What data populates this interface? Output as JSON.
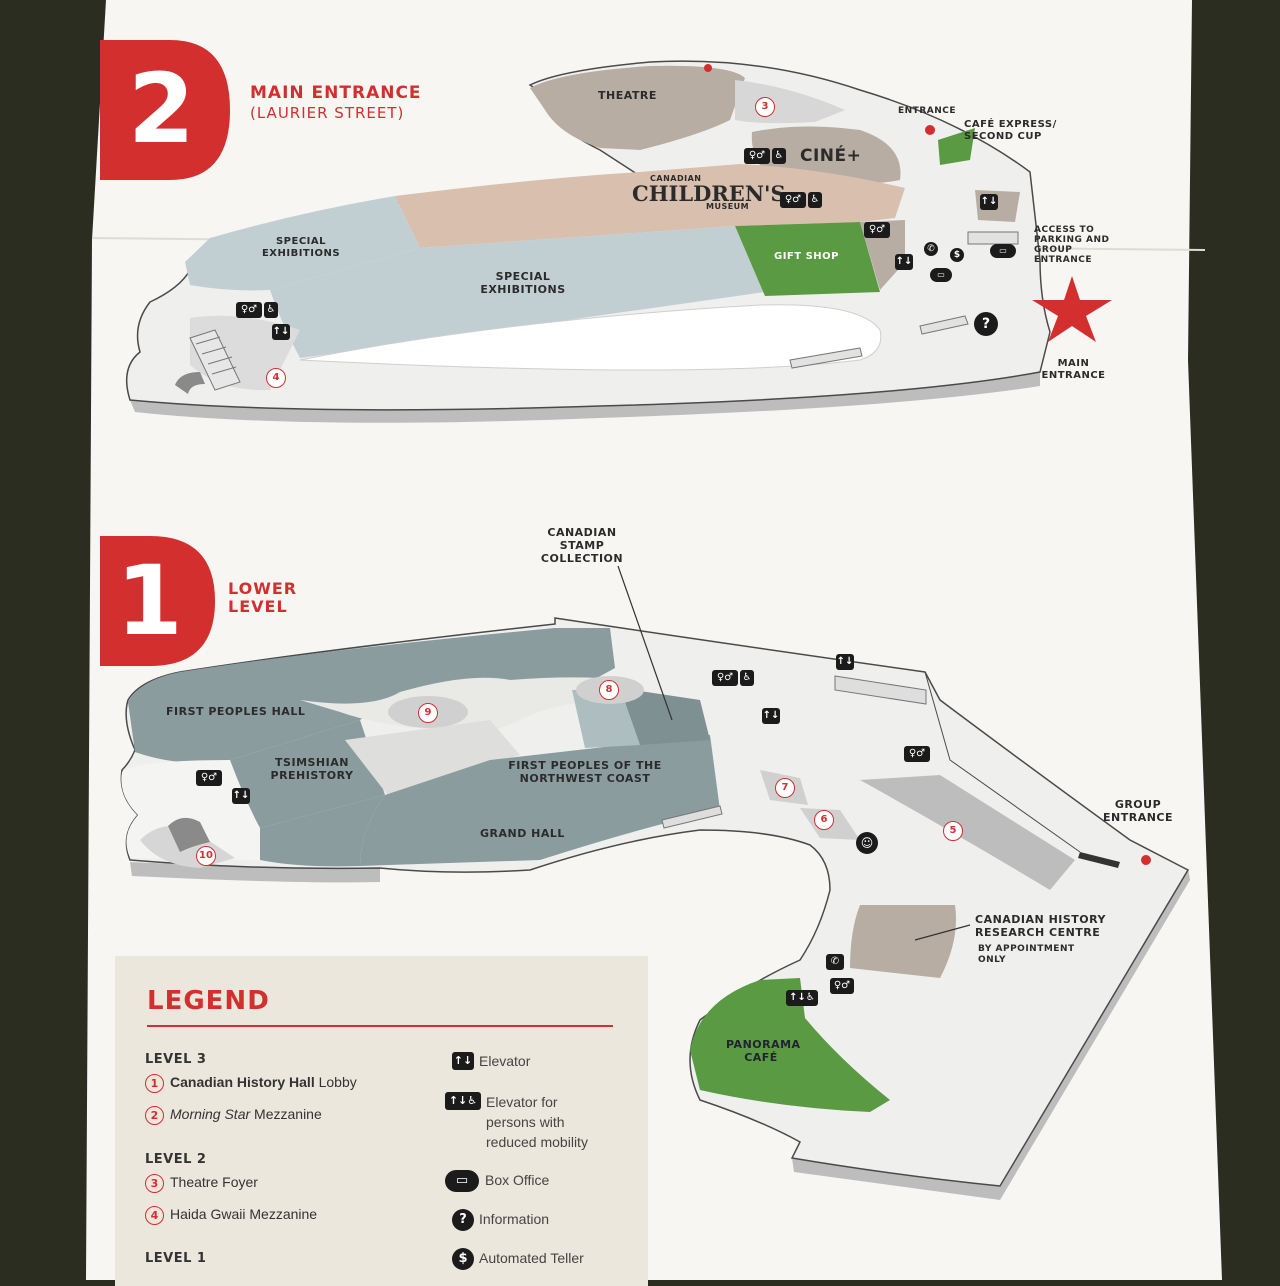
{
  "level2": {
    "number": "2",
    "title": "MAIN ENTRANCE",
    "subtitle": "(LAURIER STREET)",
    "rooms": {
      "theatre": "THEATRE",
      "cine": "CINÉ+",
      "childrens_small_top": "CANADIAN",
      "childrens_main": "CHILDREN'S",
      "childrens_small_bottom": "MUSEUM",
      "special_exhibitions_1": "SPECIAL EXHIBITIONS",
      "special_exhibitions_2": "SPECIAL EXHIBITIONS",
      "gift_shop": "GIFT SHOP"
    },
    "callouts": {
      "entrance": "ENTRANCE",
      "cafe": "CAFÉ EXPRESS/ SECOND CUP",
      "access": "ACCESS TO PARKING AND GROUP ENTRANCE",
      "main_entrance": "MAIN ENTRANCE"
    },
    "markers": [
      "3",
      "4"
    ]
  },
  "level1": {
    "number": "1",
    "title": "LOWER LEVEL",
    "rooms": {
      "first_peoples": "FIRST PEOPLES HALL",
      "tsimshian": "TSIMSHIAN PREHISTORY",
      "northwest": "FIRST PEOPLES OF THE NORTHWEST COAST",
      "grand_hall": "GRAND HALL",
      "panorama": "PANORAMA CAFÉ"
    },
    "callouts": {
      "stamp": "CANADIAN STAMP COLLECTION",
      "group_entrance": "GROUP ENTRANCE",
      "research": "CANADIAN HISTORY RESEARCH CENTRE",
      "research_note": "BY APPOINTMENT ONLY"
    },
    "markers": [
      "5",
      "6",
      "7",
      "8",
      "9",
      "10"
    ]
  },
  "legend": {
    "title": "LEGEND",
    "level3_heading": "LEVEL 3",
    "level3_items": [
      {
        "num": "1",
        "bold": "Canadian History Hall",
        "rest": " Lobby"
      },
      {
        "num": "2",
        "italic": "Morning Star",
        "rest": " Mezzanine"
      }
    ],
    "level2_heading": "LEVEL 2",
    "level2_items": [
      {
        "num": "3",
        "text": "Theatre Foyer"
      },
      {
        "num": "4",
        "text": "Haida Gwaii Mezzanine"
      }
    ],
    "level1_heading": "LEVEL 1",
    "symbols": {
      "elevator": "Elevator",
      "elevator_rm": "Elevator for persons with reduced mobility",
      "box_office": "Box Office",
      "information": "Information",
      "atm": "Automated Teller"
    }
  },
  "colors": {
    "accent_red": "#d32f2f",
    "gift_green": "#5a9a43",
    "children_pink": "#d9bfae",
    "exhibition_blue": "#c2cfd2",
    "hall_slate": "#8a9c9e",
    "theatre_taupe": "#b8ada2"
  }
}
